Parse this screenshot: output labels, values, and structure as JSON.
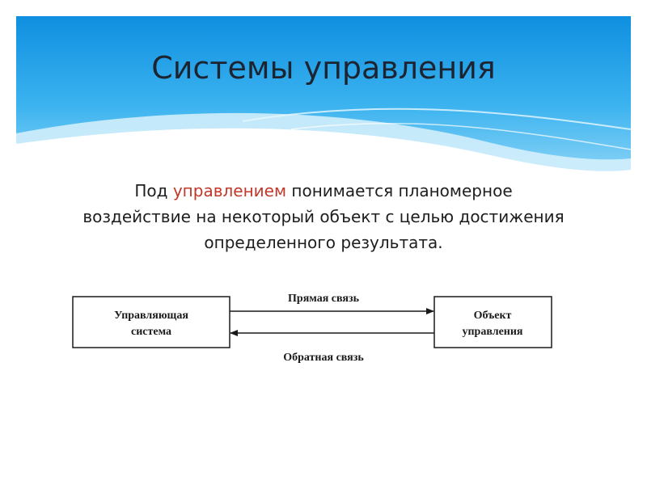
{
  "slide": {
    "title": "Системы управления",
    "definition": {
      "prefix": "Под ",
      "highlight": "управлением",
      "suffix": " понимается планомерное воздействие на некоторый объект с целью достижения определенного результата."
    }
  },
  "diagram": {
    "controller_line1": "Управляющая",
    "controller_line2": "система",
    "object_line1": "Объект",
    "object_line2": "управления",
    "forward_label": "Прямая связь",
    "feedback_label": "Обратная связь"
  },
  "colors": {
    "accent": "#c0392b",
    "header_blue": "#2aa7e6"
  }
}
